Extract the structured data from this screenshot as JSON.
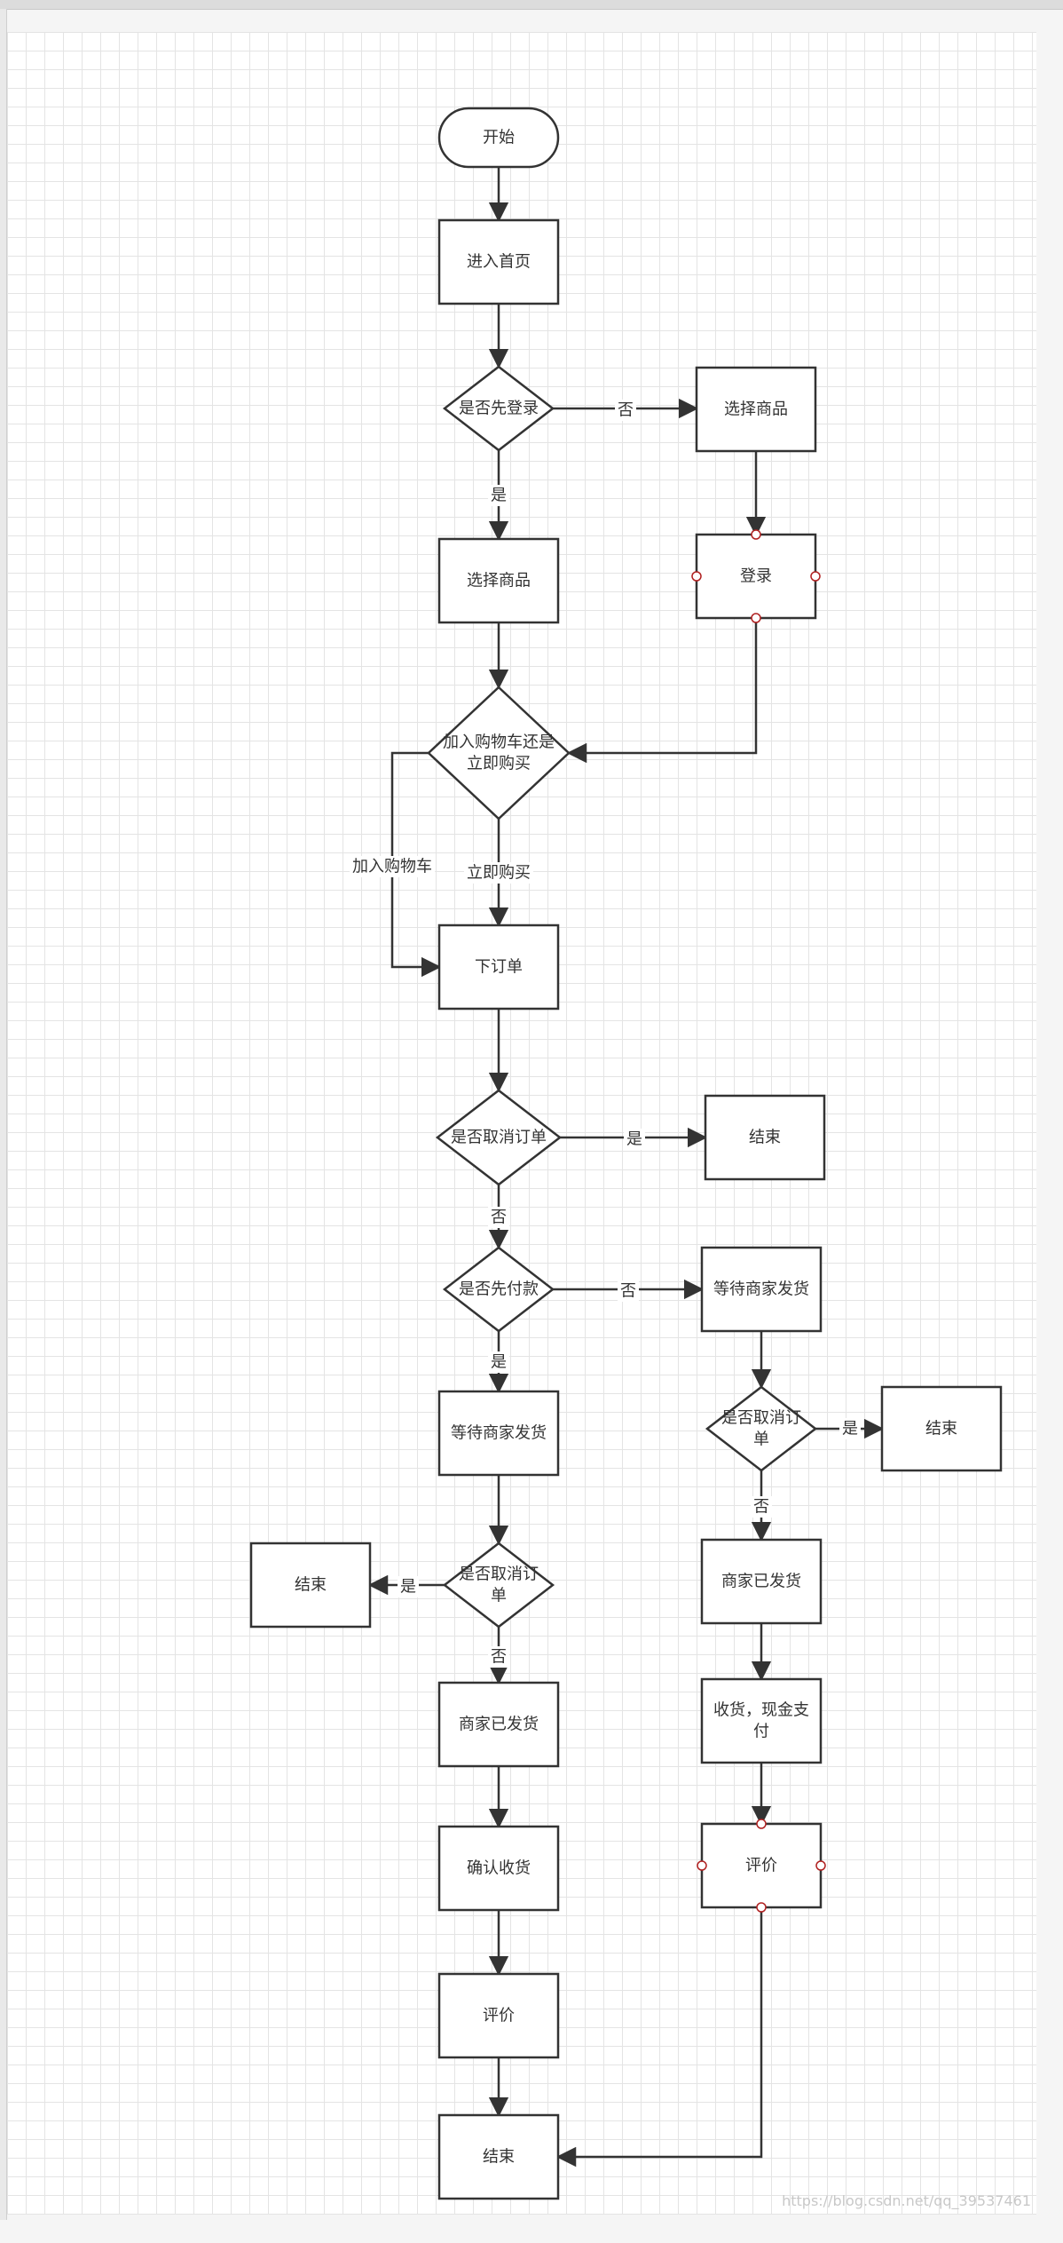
{
  "colors": {
    "stroke": "#333333",
    "text": "#333333",
    "handle": "#b02020",
    "grid": "#e4e4e4"
  },
  "nodes": {
    "start": "开始",
    "home": "进入首页",
    "login_first": "是否先登录",
    "select_right": "选择商品",
    "login": "登录",
    "select_left": "选择商品",
    "cart_or_buy": [
      "加入购物车还是",
      "立即购买"
    ],
    "place_order": "下订单",
    "cancel_order_1": "是否取消订单",
    "end_1": "结束",
    "pay_first": "是否先付款",
    "wait_ship_right": "等待商家发货",
    "cancel_order_right": [
      "是否取消订",
      "单"
    ],
    "end_right": "结束",
    "wait_ship_left": "等待商家发货",
    "cancel_order_left": [
      "是否取消订",
      "单"
    ],
    "end_left": "结束",
    "shipped_right": "商家已发货",
    "receive_cash": [
      "收货，现金支",
      "付"
    ],
    "shipped_left": "商家已发货",
    "review_right": "评价",
    "confirm_receipt": "确认收货",
    "review_left": "评价",
    "end_final": "结束"
  },
  "edge_labels": {
    "login_no": "否",
    "login_yes": "是",
    "add_cart": "加入购物车",
    "buy_now": "立即购买",
    "cancel1_yes": "是",
    "cancel1_no": "否",
    "pay_no": "否",
    "pay_yes": "是",
    "cancel_right_yes": "是",
    "cancel_right_no": "否",
    "cancel_left_yes": "是",
    "cancel_left_no": "否"
  },
  "watermark": "https://blog.csdn.net/qq_39537461"
}
